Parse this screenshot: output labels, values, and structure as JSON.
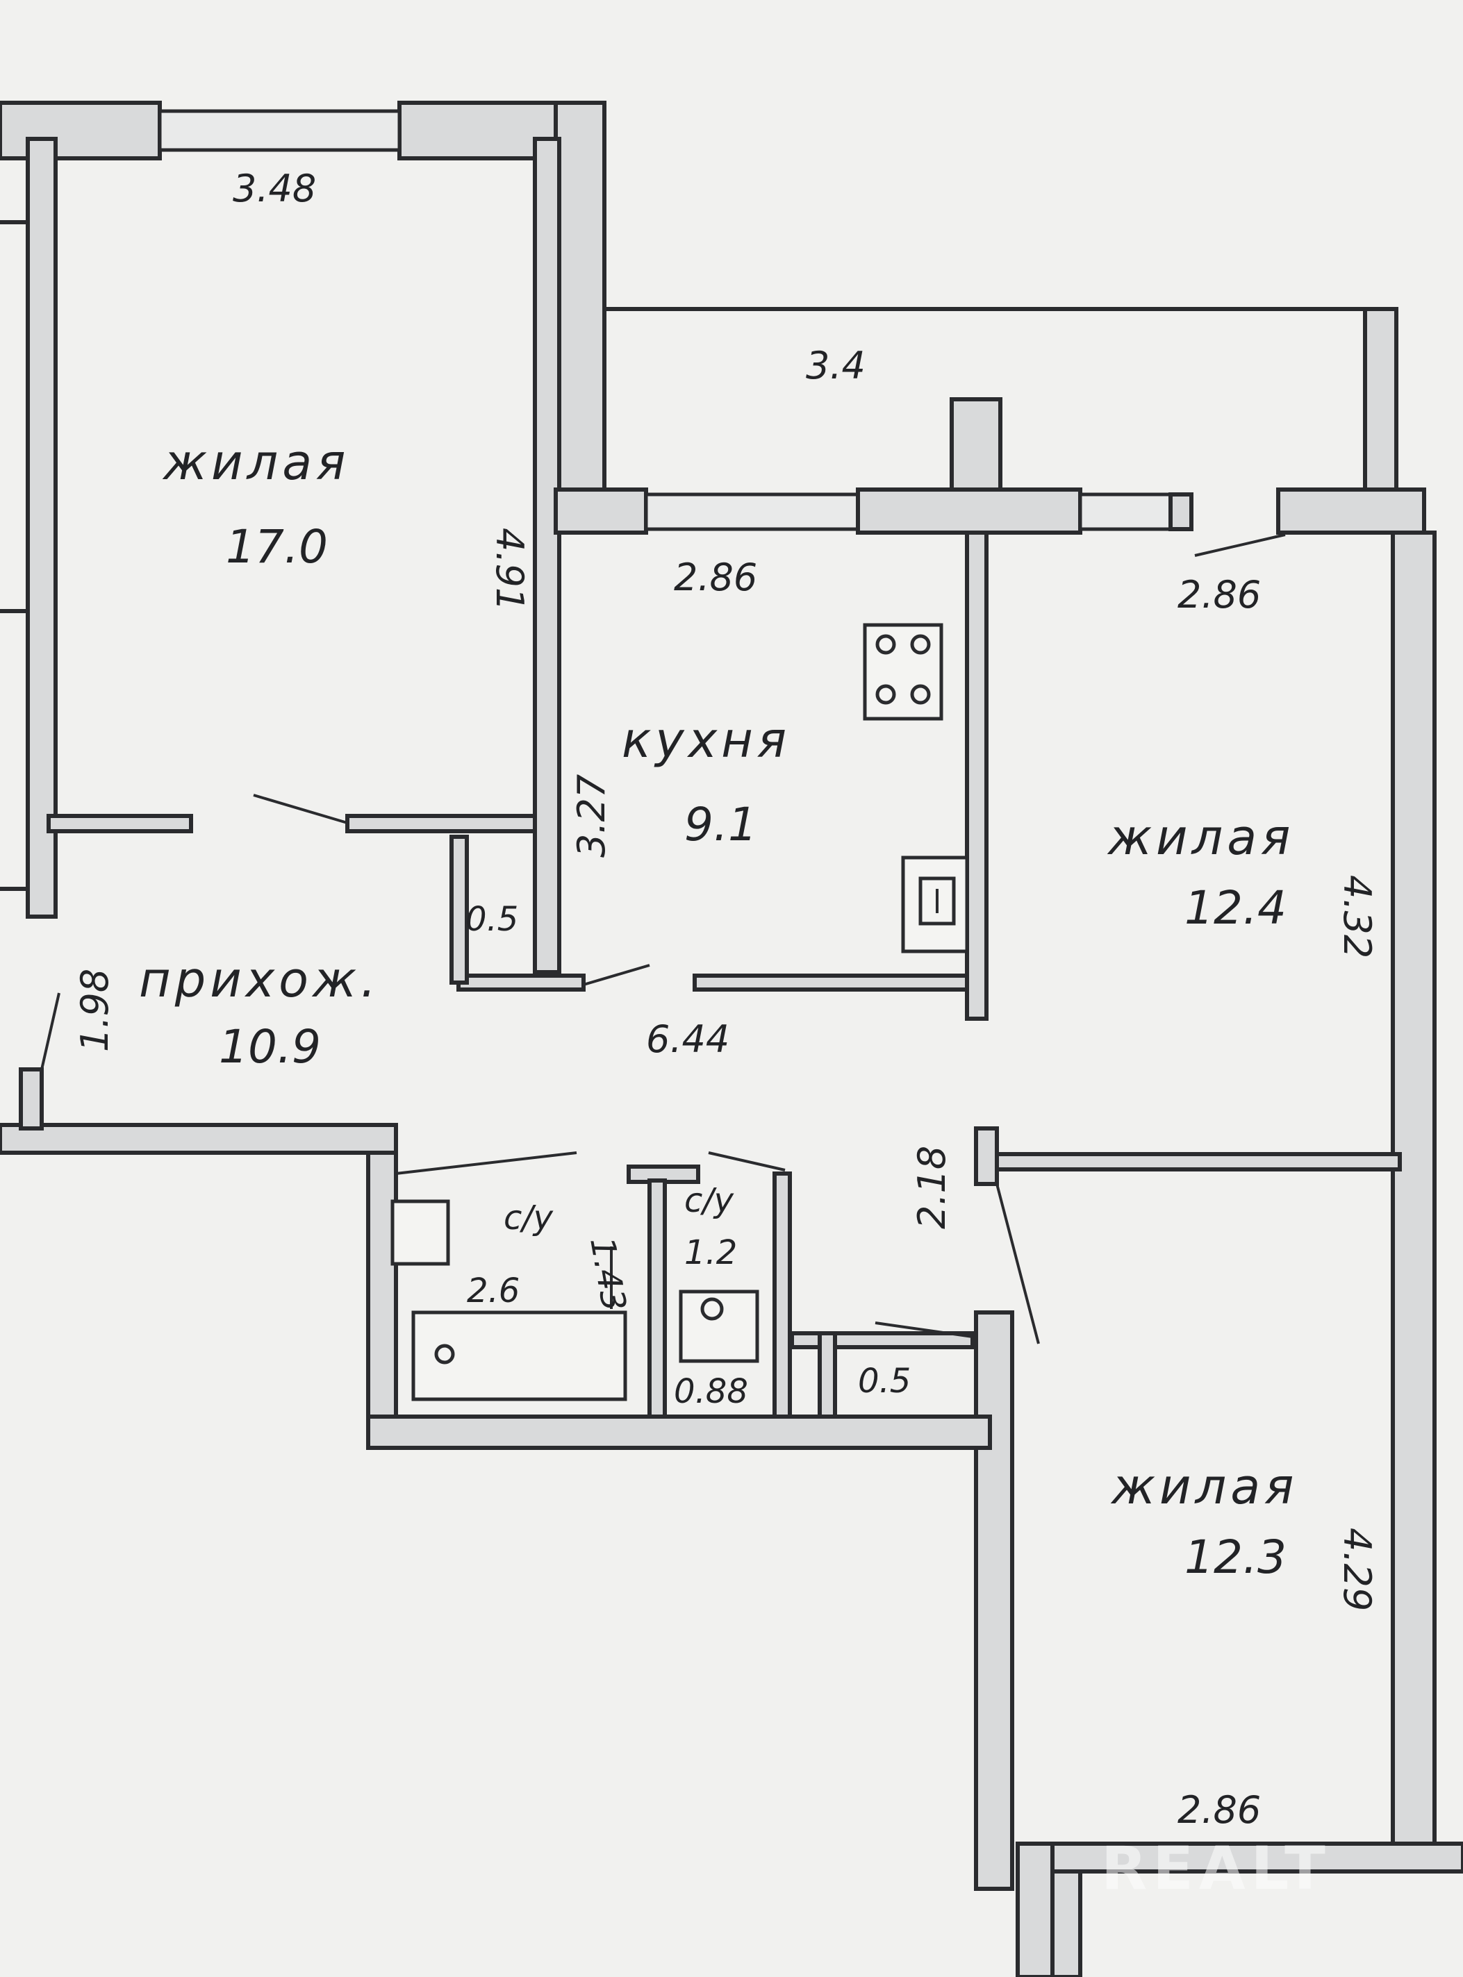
{
  "rooms": {
    "living_top_left": {
      "name": "жилая",
      "area": "17.0"
    },
    "kitchen": {
      "name": "кухня",
      "area": "9.1"
    },
    "hall": {
      "name": "прихож.",
      "area": "10.9"
    },
    "living_right_mid": {
      "name": "жилая",
      "area": "12.4"
    },
    "living_right_bottom": {
      "name": "жилая",
      "area": "12.3"
    },
    "bath": {
      "name": "с/у",
      "area": "2.6"
    },
    "wc": {
      "name": "с/у",
      "area": "1.2"
    }
  },
  "dimensions": {
    "top_left_width": "3.48",
    "top_left_height": "4.91",
    "balcony_width": "3.4",
    "kitchen_width": "2.86",
    "right_room_width_top": "2.86",
    "kitchen_height": "3.27",
    "niche": "0.5",
    "hall_width": "1.98",
    "corridor_length": "6.44",
    "right_mid_height": "4.32",
    "door_width": "2.18",
    "bath_height": "1.43",
    "wc_width": "0.88",
    "closet": "0.5",
    "right_bottom_height": "4.29",
    "right_room_width_bottom": "2.86"
  },
  "watermark": "REALT"
}
